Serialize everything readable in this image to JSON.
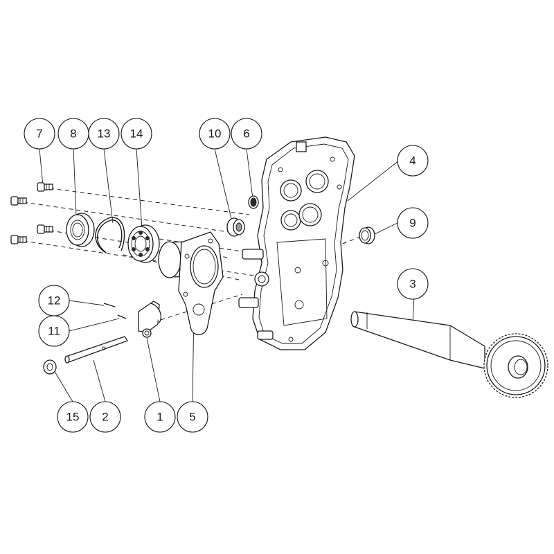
{
  "balloons": [
    {
      "id": "7",
      "label": "7"
    },
    {
      "id": "8",
      "label": "8"
    },
    {
      "id": "13",
      "label": "13"
    },
    {
      "id": "14",
      "label": "14"
    },
    {
      "id": "10",
      "label": "10"
    },
    {
      "id": "6",
      "label": "6"
    },
    {
      "id": "4",
      "label": "4"
    },
    {
      "id": "9",
      "label": "9"
    },
    {
      "id": "3",
      "label": "3"
    },
    {
      "id": "12",
      "label": "12"
    },
    {
      "id": "11",
      "label": "11"
    },
    {
      "id": "15",
      "label": "15"
    },
    {
      "id": "2",
      "label": "2"
    },
    {
      "id": "1",
      "label": "1"
    },
    {
      "id": "5",
      "label": "5"
    }
  ]
}
